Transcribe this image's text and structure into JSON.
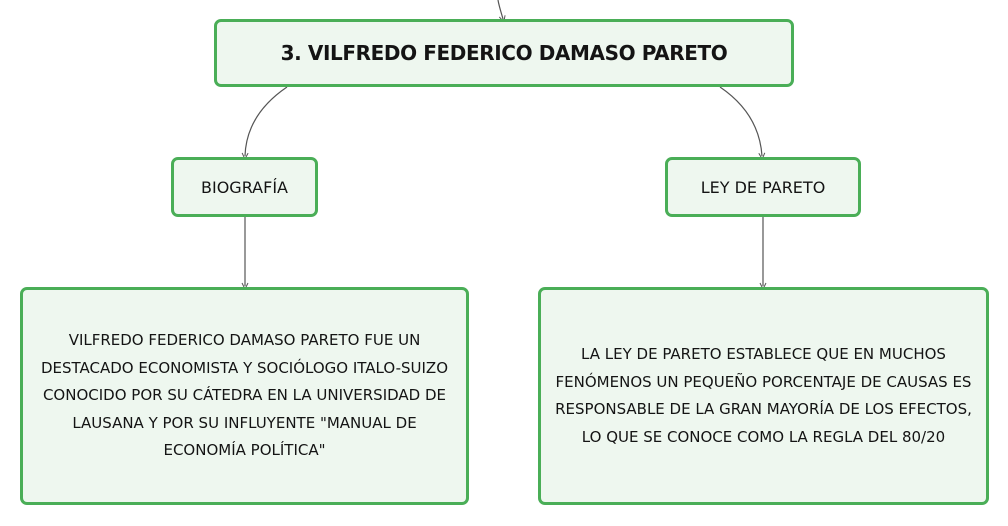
{
  "root": {
    "title": "3. VILFREDO FEDERICO DAMASO PARETO"
  },
  "branches": {
    "biography": {
      "label": "BIOGRAFÍA",
      "description": "VILFREDO FEDERICO DAMASO PARETO FUE UN DESTACADO ECONOMISTA Y SOCIÓLOGO ITALO-SUIZO CONOCIDO POR SU CÁTEDRA EN LA UNIVERSIDAD DE LAUSANA Y POR SU INFLUYENTE \"MANUAL DE ECONOMÍA POLÍTICA\""
    },
    "pareto_law": {
      "label": "LEY DE PARETO",
      "description": "LA LEY DE PARETO ESTABLECE QUE EN MUCHOS FENÓMENOS UN PEQUEÑO PORCENTAJE DE CAUSAS ES RESPONSABLE DE LA GRAN MAYORÍA DE LOS EFECTOS, LO QUE SE CONOCE COMO LA REGLA DEL 80/20"
    }
  },
  "colors": {
    "node_border": "#4aae57",
    "node_fill": "#eef7ef",
    "connector": "#555555"
  }
}
